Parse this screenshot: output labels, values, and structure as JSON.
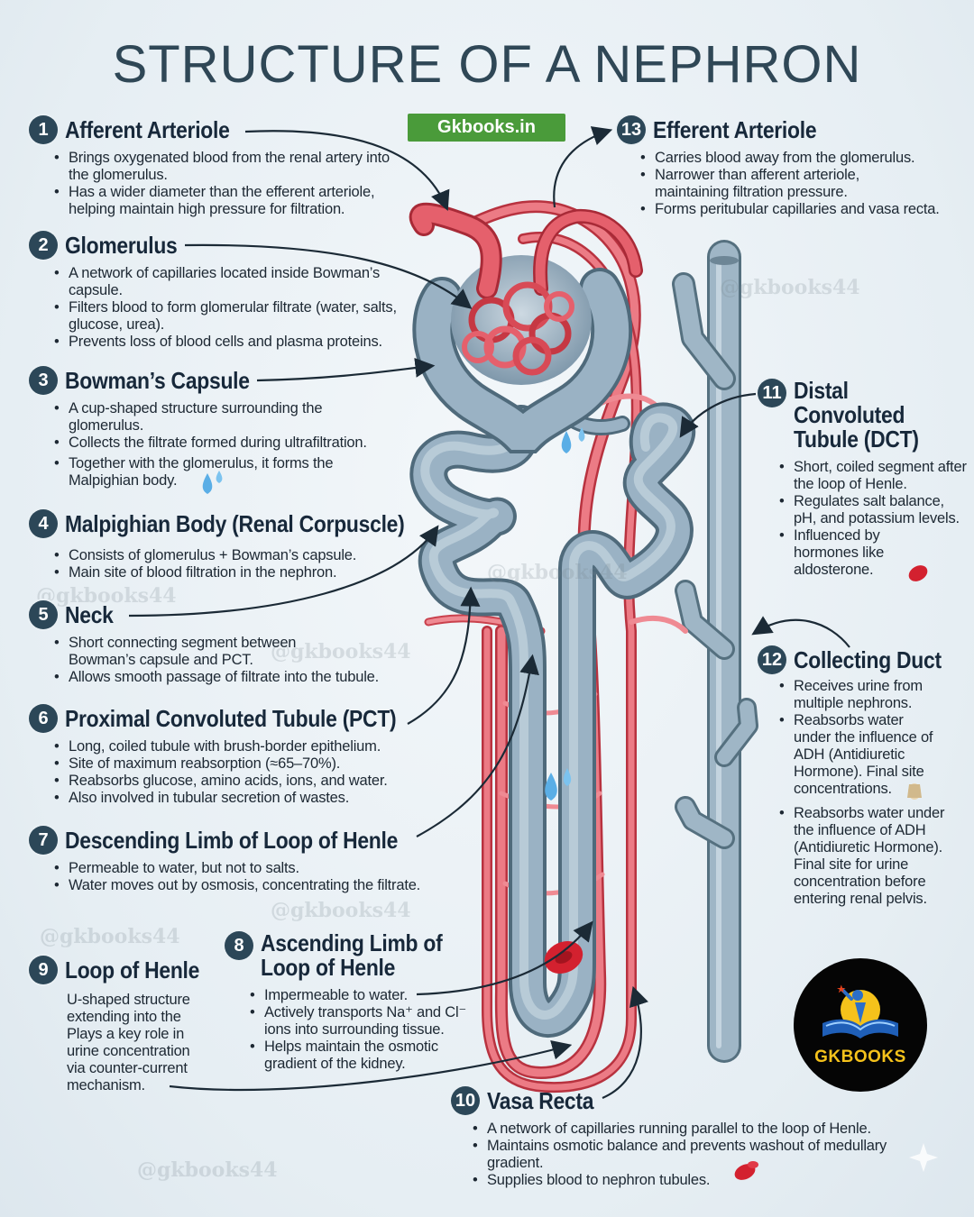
{
  "title": "STRUCTURE OF A NEPHRON",
  "brand_badge": "Gkbooks.in",
  "watermarks": [
    "@gkbooks44",
    "@gkbooks44",
    "@gkbooks44",
    "@gkbooks44",
    "@gkbooks44",
    "@gkbooks44",
    "@gkbooks44"
  ],
  "logo_text": "GKBOOKS",
  "colors": {
    "accent": "#2c4758",
    "artery": "#e0525e",
    "tubule": "#8ea6b8",
    "badge": "#4a9b3a"
  },
  "sections": {
    "s1": {
      "num": "1",
      "heading": "Afferent Arteriole",
      "points": [
        "Brings oxygenated blood from the renal artery into the glomerulus.",
        "Has a wider diameter than the efferent arteriole, helping maintain high pressure for filtration."
      ]
    },
    "s2": {
      "num": "2",
      "heading": "Glomerulus",
      "points": [
        "A network of capillaries located inside Bowman’s capsule.",
        "Filters blood to form glomerular filtrate (water, salts, glucose, urea).",
        "Prevents loss of blood cells and plasma proteins."
      ]
    },
    "s3": {
      "num": "3",
      "heading": "Bowman’s Capsule",
      "points": [
        "A cup-shaped structure surrounding the glomerulus.",
        "Collects the filtrate formed during ultrafiltration.",
        "Together with the glomerulus, it forms the Malpighian body."
      ]
    },
    "s4": {
      "num": "4",
      "heading": "Malpighian Body (Renal Corpuscle)",
      "points": [
        "Consists of glomerulus + Bowman’s capsule.",
        "Main site of blood filtration in the nephron."
      ]
    },
    "s5": {
      "num": "5",
      "heading": "Neck",
      "points": [
        "Short connecting segment between Bowman’s capsule and PCT.",
        "Allows smooth passage of filtrate into the tubule."
      ]
    },
    "s6": {
      "num": "6",
      "heading": "Proximal Convoluted Tubule (PCT)",
      "points": [
        "Long, coiled tubule with brush-border epithelium.",
        "Site of maximum reabsorption (≈65–70%).",
        "Reabsorbs glucose, amino acids, ions, and water.",
        "Also involved in tubular secretion of wastes."
      ]
    },
    "s7": {
      "num": "7",
      "heading": "Descending Limb of Loop of Henle",
      "points": [
        "Permeable to water, but not to salts.",
        "Water moves out by osmosis, concentrating the filtrate."
      ]
    },
    "s8": {
      "num": "8",
      "heading": "Ascending Limb of Loop of Henle",
      "points": [
        "Impermeable to water.",
        "Actively transports Na⁺ and Cl⁻ ions into surrounding tissue.",
        "Helps maintain the osmotic gradient of the kidney."
      ]
    },
    "s9": {
      "num": "9",
      "heading": "Loop of Henle",
      "text": "U-shaped structure extending into the Plays a key role in urine concentration via counter-current mechanism."
    },
    "s10": {
      "num": "10",
      "heading": "Vasa Recta",
      "points": [
        "A network of capillaries running parallel to the loop of Henle.",
        "Maintains osmotic balance and prevents washout of medullary gradient.",
        "Supplies blood to nephron tubules."
      ]
    },
    "s11": {
      "num": "11",
      "heading": "Distal Convoluted Tubule (DCT)",
      "points": [
        "Short, coiled segment after the loop of Henle.",
        "Regulates salt balance, pH, and potassium levels.",
        "Influenced by hormones like aldosterone."
      ]
    },
    "s12": {
      "num": "12",
      "heading": "Collecting Duct",
      "points": [
        "Receives urine from multiple nephrons.",
        "Reabsorbs water under the influence of ADH (Antidiuretic Hormone). Final site concentrations.",
        "Reabsorbs water under the influence of ADH (Antidiuretic Hormone). Final site for urine concentration before entering renal pelvis."
      ]
    },
    "s13": {
      "num": "13",
      "heading": "Efferent Arteriole",
      "points": [
        "Carries blood away from the glomerulus.",
        "Narrower than afferent arteriole, maintaining filtration pressure.",
        "Forms peritubular capillaries and vasa recta."
      ]
    }
  }
}
